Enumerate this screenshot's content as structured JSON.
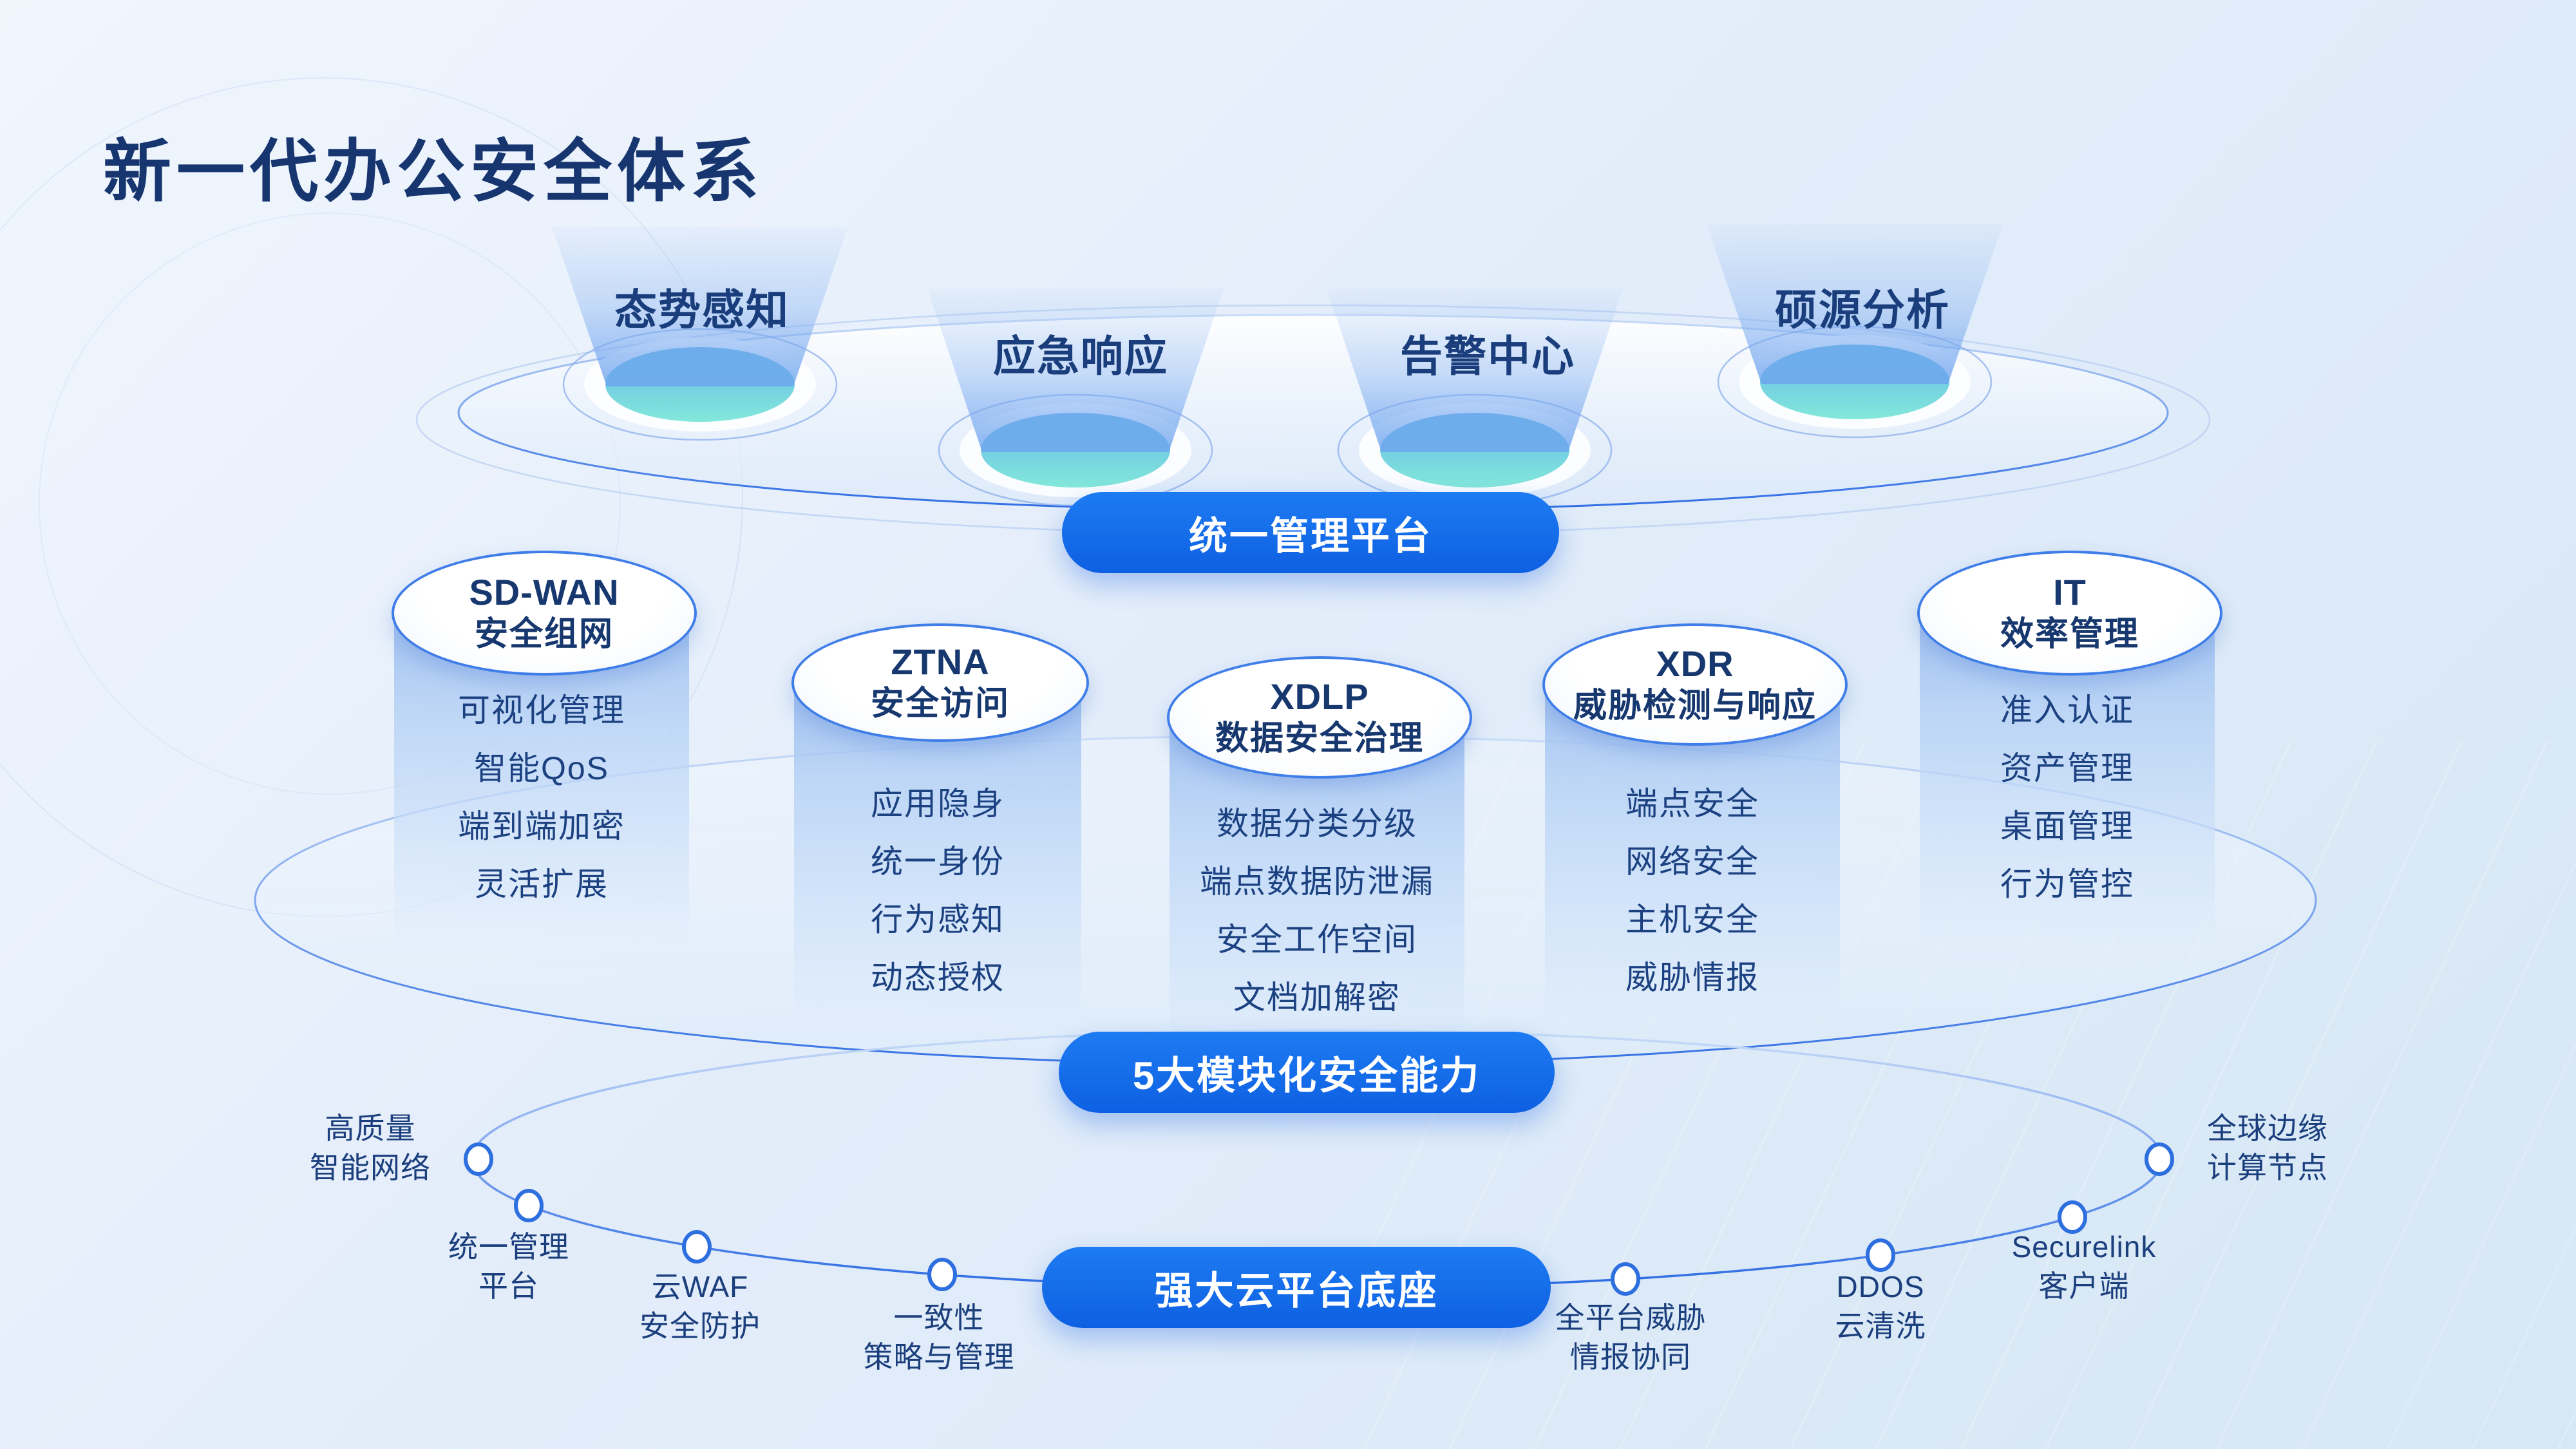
{
  "title": "新一代办公安全体系",
  "colors": {
    "accent_blue": "#1267e8",
    "navy_text": "#1a3d7c",
    "funnel_cyan_top": "#5fb2e6",
    "funnel_cyan_bottom": "#83e8da"
  },
  "top_platform": {
    "pill_label": "统一管理平台",
    "funnels": [
      {
        "label": "态势感知"
      },
      {
        "label": "应急响应"
      },
      {
        "label": "告警中心"
      },
      {
        "label": "硕源分析"
      }
    ]
  },
  "capability_layer": {
    "pill_label": "5大模块化安全能力",
    "cylinders": [
      {
        "title_line1": "SD-WAN",
        "title_line2": "安全组网",
        "items": [
          "可视化管理",
          "智能QoS",
          "端到端加密",
          "灵活扩展"
        ]
      },
      {
        "title_line1": "ZTNA",
        "title_line2": "安全访问",
        "items": [
          "应用隐身",
          "统一身份",
          "行为感知",
          "动态授权"
        ]
      },
      {
        "title_line1": "XDLP",
        "title_line2": "数据安全治理",
        "items": [
          "数据分类分级",
          "端点数据防泄漏",
          "安全工作空间",
          "文档加解密"
        ]
      },
      {
        "title_line1": "XDR",
        "title_line2": "威胁检测与响应",
        "items": [
          "端点安全",
          "网络安全",
          "主机安全",
          "威胁情报"
        ]
      },
      {
        "title_line1": "IT",
        "title_line2": "效率管理",
        "items": [
          "准入认证",
          "资产管理",
          "桌面管理",
          "行为管控"
        ]
      }
    ]
  },
  "cloud_layer": {
    "pill_label": "强大云平台底座",
    "nodes": [
      {
        "line1": "高质量",
        "line2": "智能网络"
      },
      {
        "line1": "统一管理",
        "line2": "平台"
      },
      {
        "line1": "云WAF",
        "line2": "安全防护"
      },
      {
        "line1": "一致性",
        "line2": "策略与管理"
      },
      {
        "line1": "全平台威胁",
        "line2": "情报协同"
      },
      {
        "line1": "DDOS",
        "line2": "云清洗"
      },
      {
        "line1": "Securelink",
        "line2": "客户端"
      },
      {
        "line1": "全球边缘",
        "line2": "计算节点"
      }
    ]
  }
}
